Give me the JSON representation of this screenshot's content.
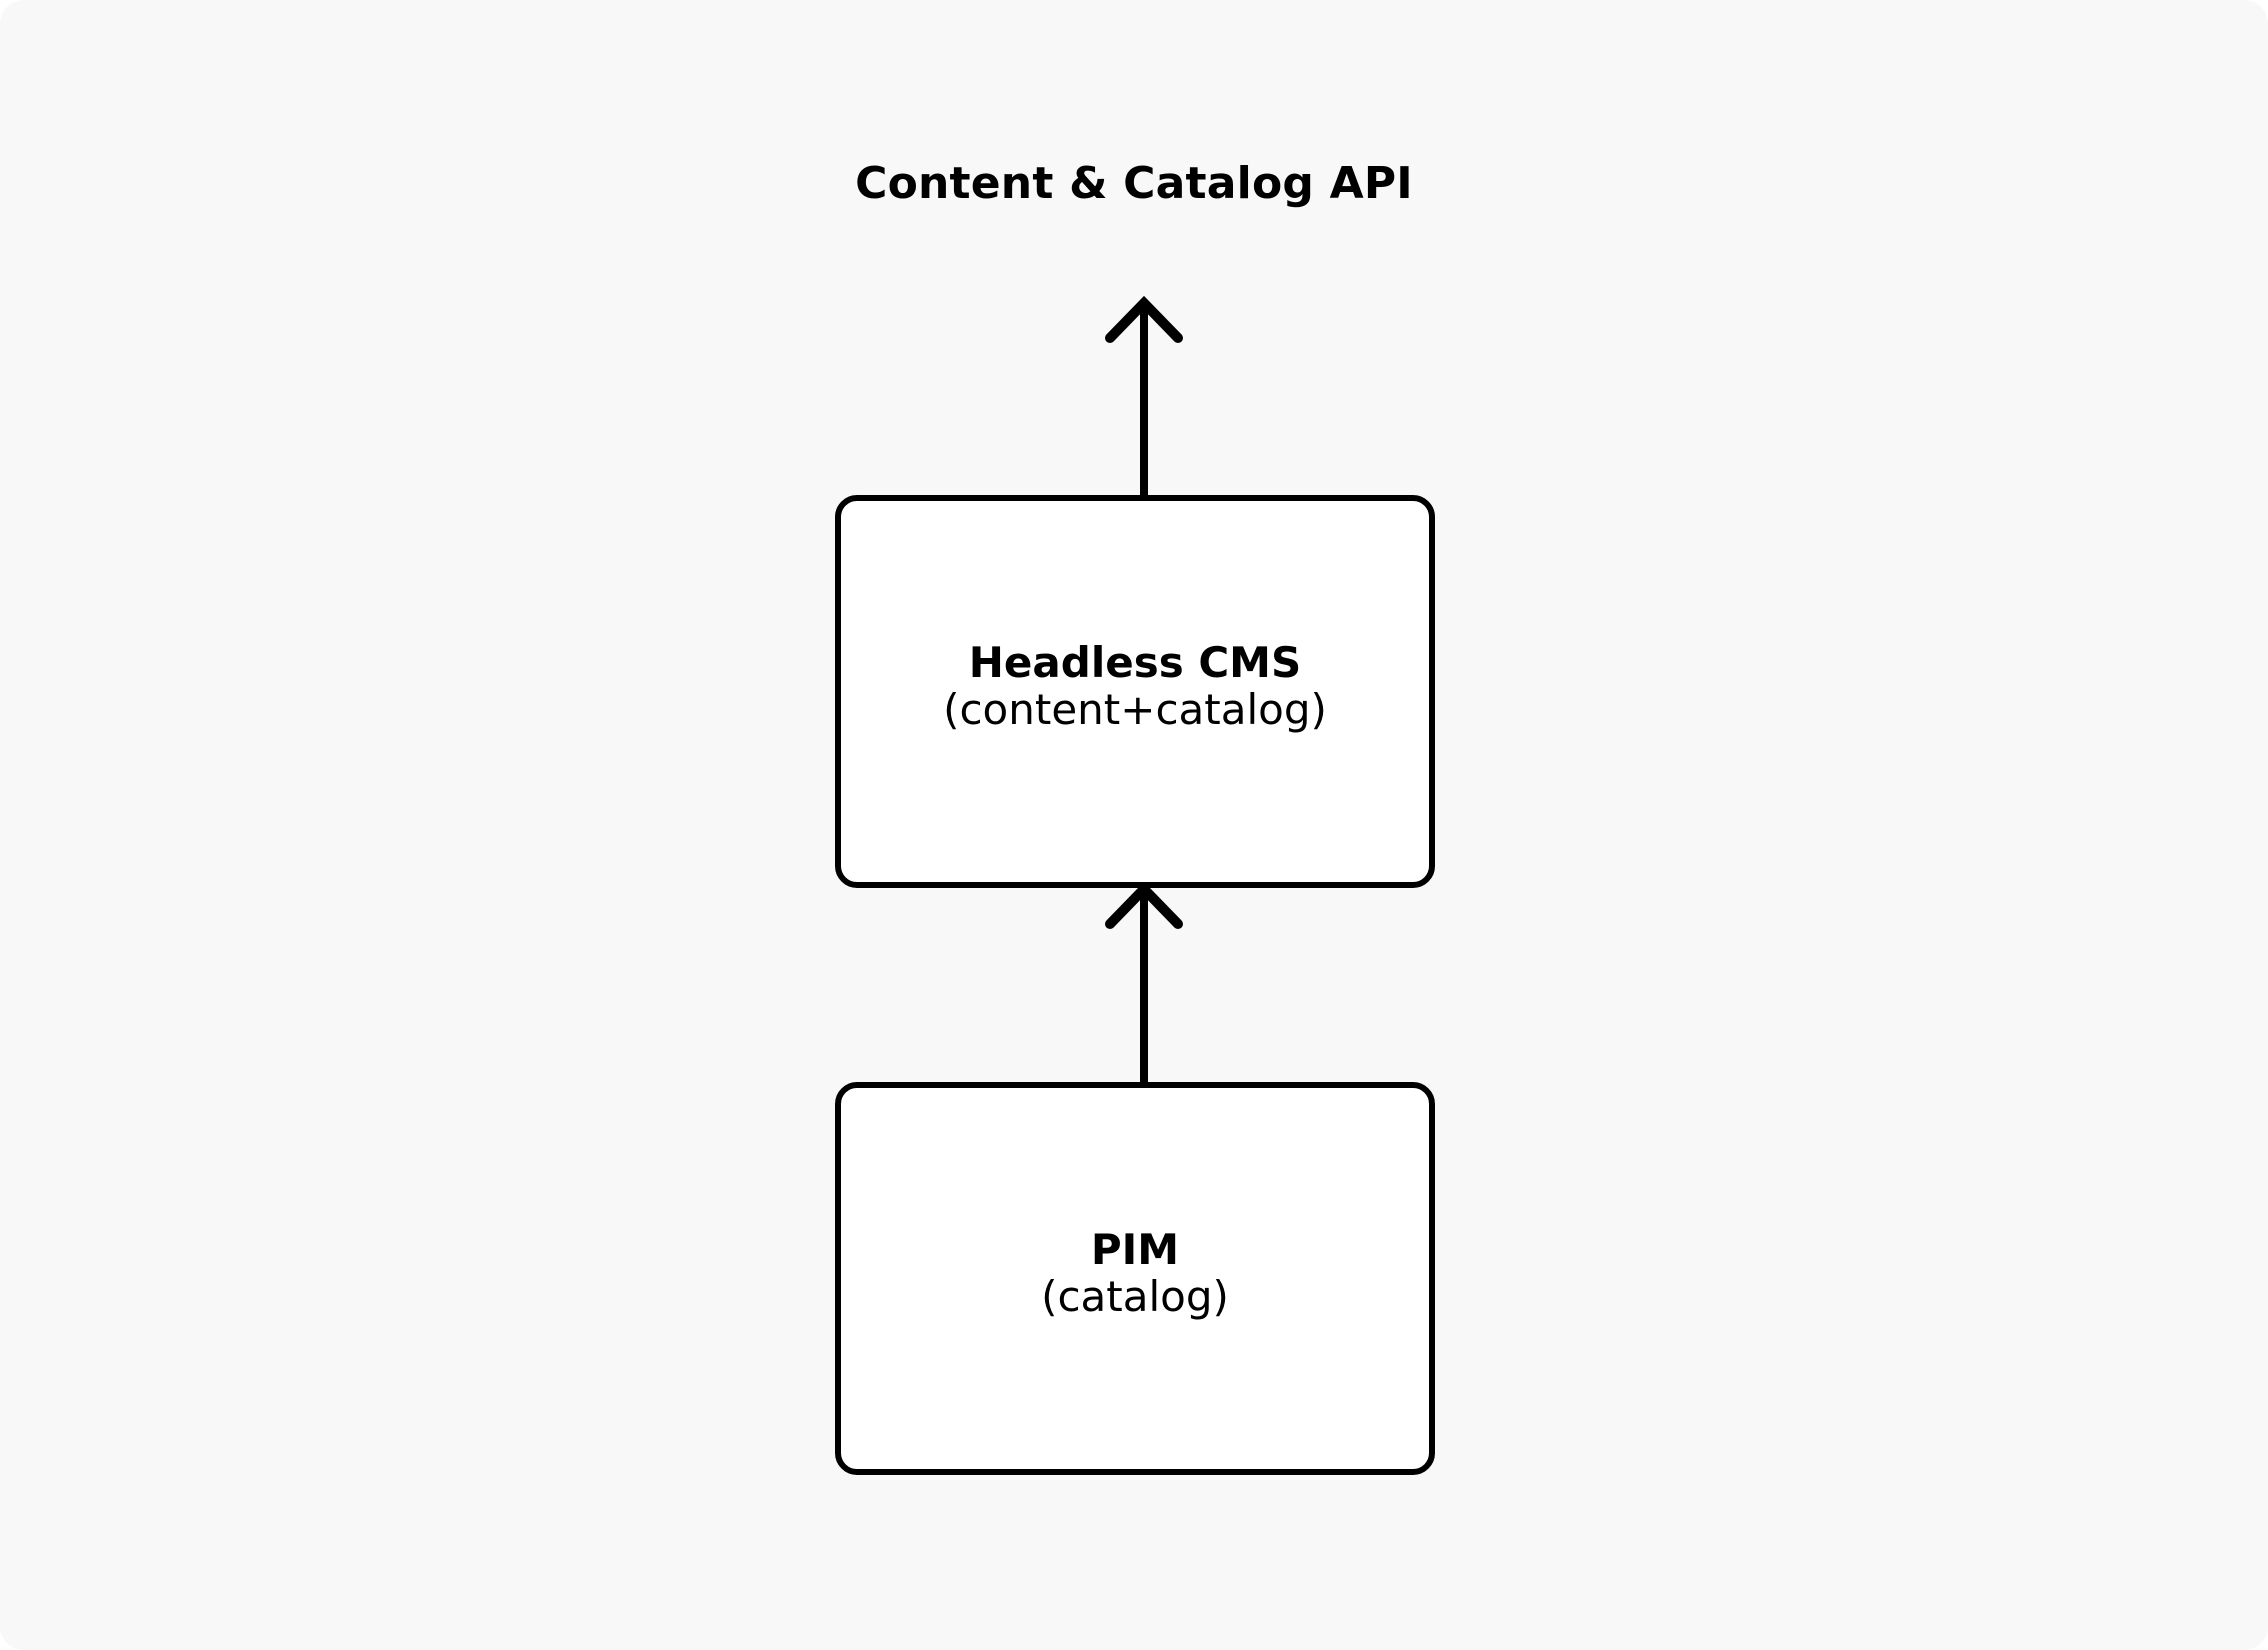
{
  "diagram": {
    "title": "Content & Catalog API",
    "background_color": "#f8f8f8",
    "node_fill_color": "#ffffff",
    "stroke_color": "#000000",
    "nodes": [
      {
        "id": "headless-cms",
        "title": "Headless CMS",
        "subtitle": "(content+catalog)"
      },
      {
        "id": "pim",
        "title": "PIM",
        "subtitle": "(catalog)"
      }
    ],
    "edges": [
      {
        "id": "cms-to-api",
        "from": "headless-cms",
        "to": "content-catalog-api",
        "direction": "up",
        "label": ""
      },
      {
        "id": "pim-to-cms",
        "from": "pim",
        "to": "headless-cms",
        "direction": "up",
        "label": ""
      }
    ]
  }
}
